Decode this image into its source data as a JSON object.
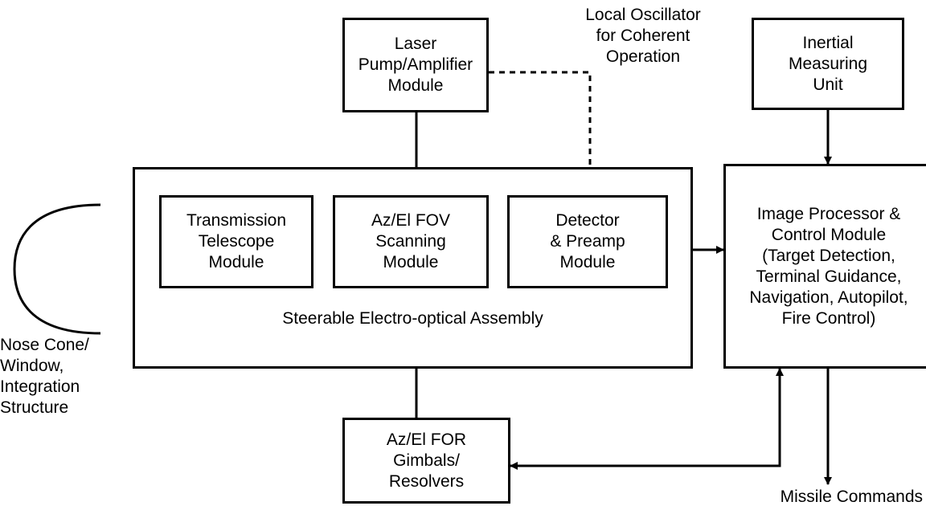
{
  "blocks": {
    "laser": "Laser\nPump/Amplifier\nModule",
    "imu": "Inertial\nMeasuring\nUnit",
    "transmission": "Transmission\nTelescope\nModule",
    "scanning": "Az/El FOV\nScanning\nModule",
    "detector": "Detector\n& Preamp\nModule",
    "processor": "Image Processor &\nControl Module\n(Target Detection,\nTerminal Guidance,\nNavigation, Autopilot,\nFire Control)",
    "gimbals": "Az/El FOR\nGimbals/\nResolvers"
  },
  "labels": {
    "local_oscillator": "Local Oscillator\nfor Coherent\nOperation",
    "assembly": "Steerable Electro-optical Assembly",
    "nose_cone": "Nose Cone/\nWindow,\nIntegration\nStructure",
    "missile_commands": "Missile Commands"
  }
}
